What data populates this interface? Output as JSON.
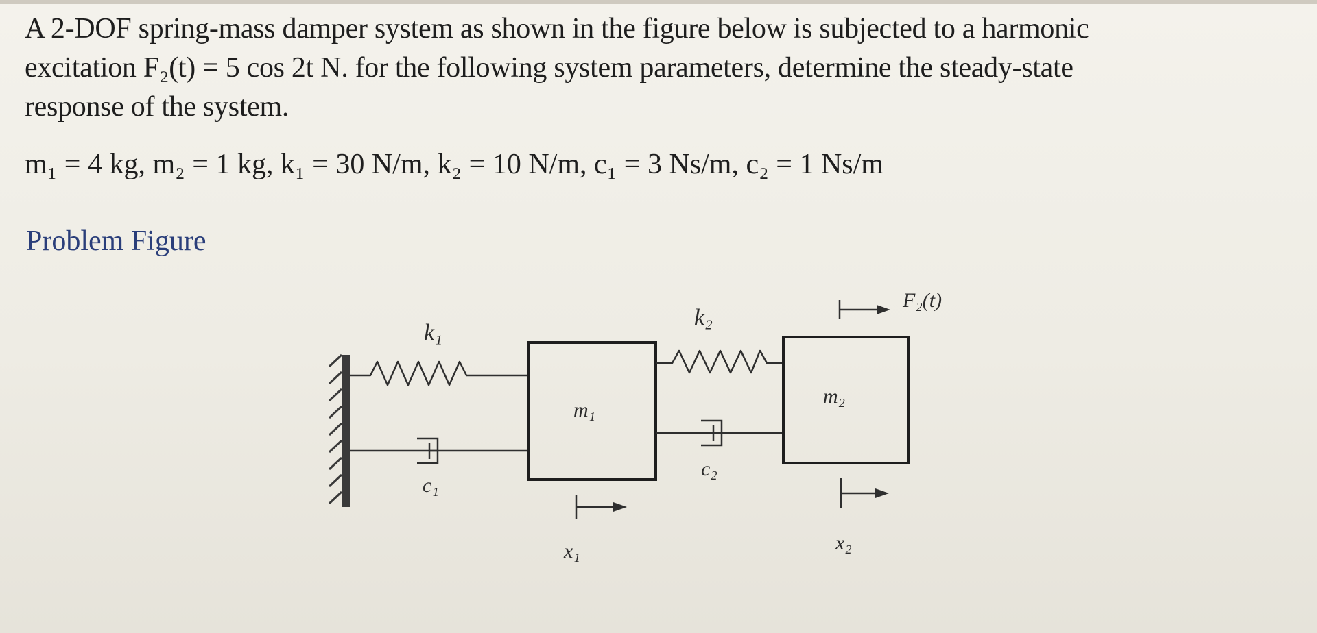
{
  "problem": {
    "line1": "A 2-DOF spring-mass damper system as shown in the figure below is subjected to a harmonic",
    "line2": "excitation F₂(t) = 5 cos 2t N. for the following system parameters, determine the steady-state",
    "line3": "response of the system."
  },
  "parameters": "m₁ = 4 kg, m₂ = 1 kg, k₁ = 30 N/m, k₂ = 10 N/m, c₁ = 3 Ns/m, c₂ = 1 Ns/m",
  "figure_heading": "Problem Figure",
  "figure": {
    "force_label": "F₂(t)",
    "k1_label": "k₁",
    "k2_label": "k₂",
    "m1_label": "m₁",
    "m2_label": "m₂",
    "c1_label": "c₁",
    "c2_label": "c₂",
    "x1_label": "x₁",
    "x2_label": "x₂"
  }
}
